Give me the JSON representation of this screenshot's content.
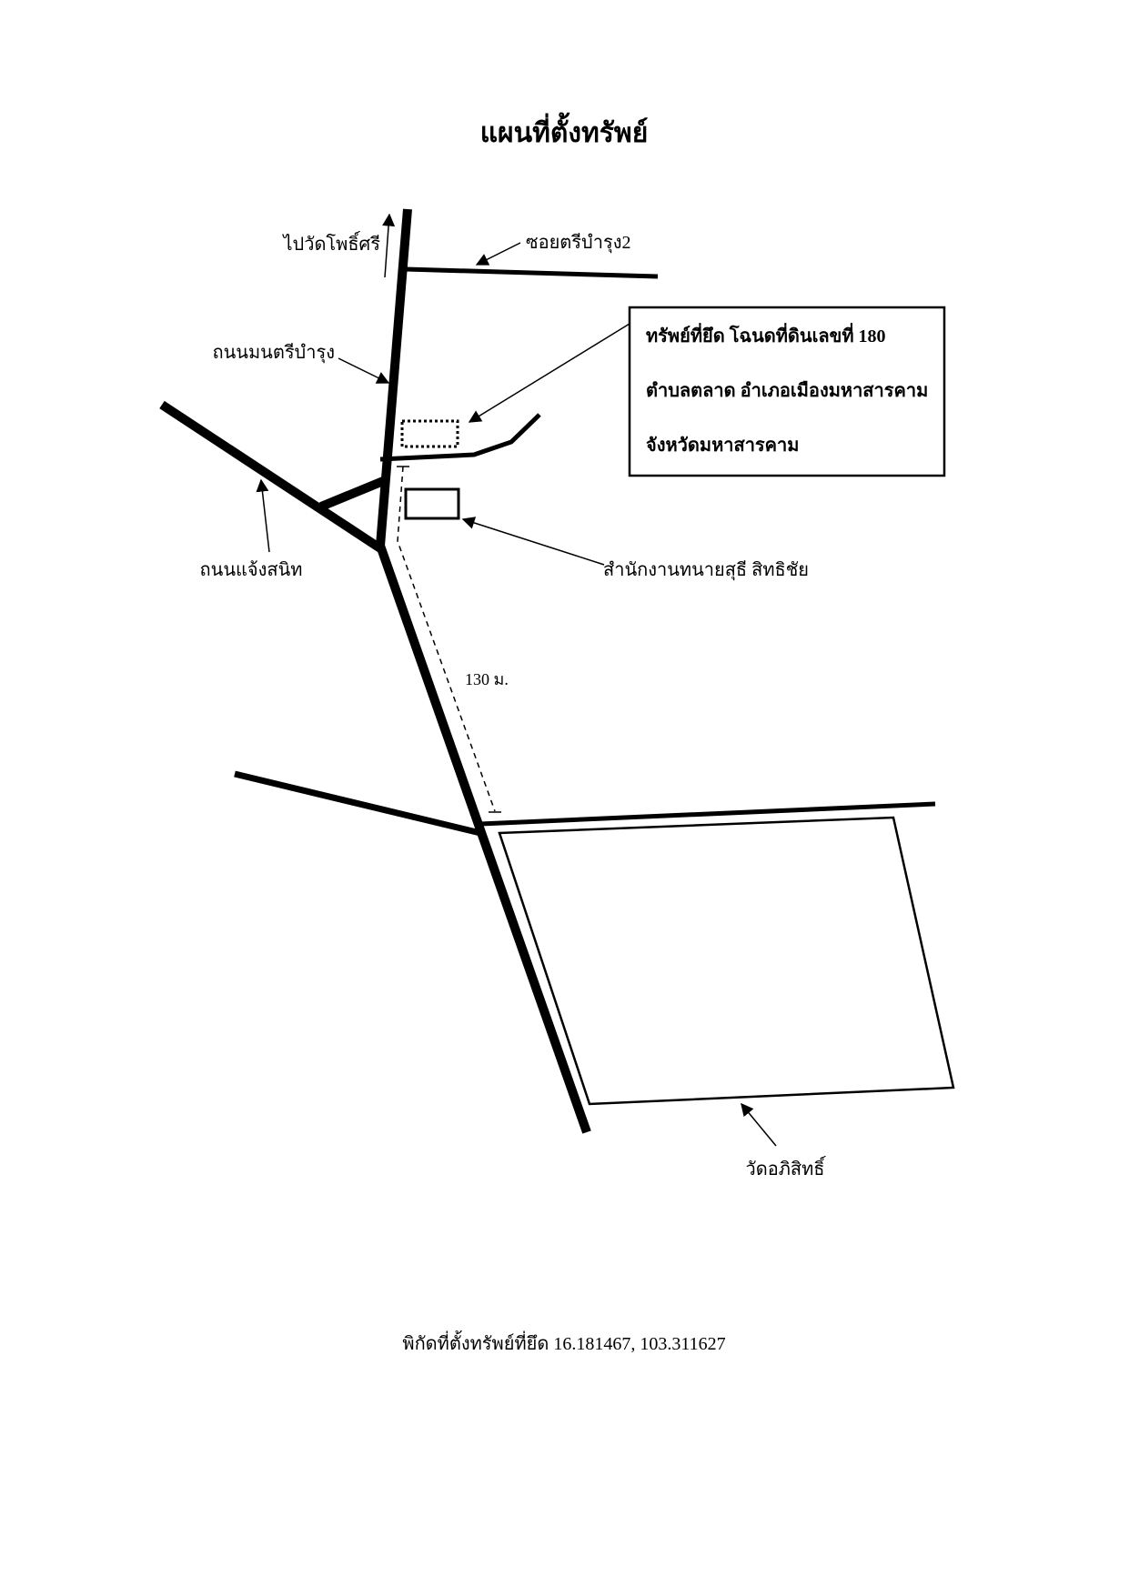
{
  "title": "แผนที่ตั้งทรัพย์",
  "labels": {
    "to_temple": "ไปวัดโพธิ์ศรี",
    "soi": "ซอยตรีบำรุง2",
    "road_main": "ถนนมนตรีบำรุง",
    "road_jaeng": "ถนนแจ้งสนิท",
    "office": "สำนักงานทนายสุธี สิทธิชัย",
    "distance": "130 ม.",
    "temple": "วัดอภิสิทธิ์"
  },
  "property_box": {
    "line1": "ทรัพย์ที่ยึด โฉนดที่ดินเลขที่  180",
    "line2": "ตำบลตลาด   อำเภอเมืองมหาสารคาม",
    "line3": "จังหวัดมหาสารคาม"
  },
  "footer": "พิกัดที่ตั้งทรัพย์ที่ยึด 16.181467, 103.311627",
  "colors": {
    "ink": "#000000",
    "paper": "#ffffff"
  }
}
